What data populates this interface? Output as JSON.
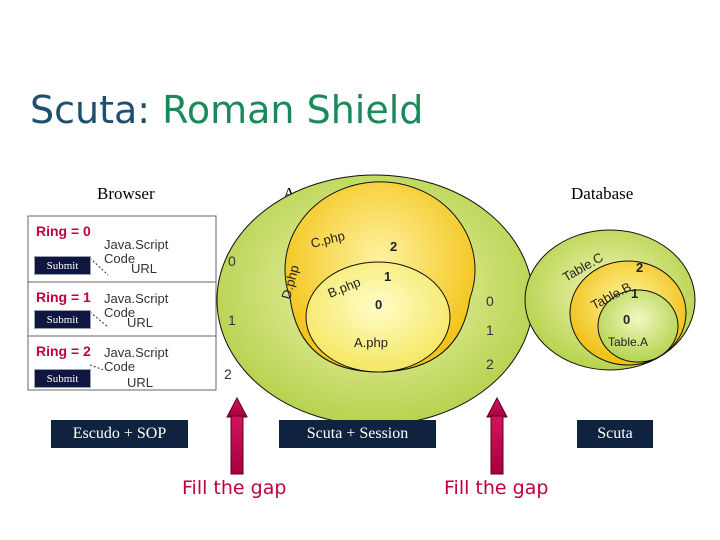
{
  "title": {
    "prefix": "Scuta: ",
    "accent": "Roman Shield"
  },
  "columns": {
    "browser": "Browser",
    "server": "Application Server",
    "database": "Database"
  },
  "browser": {
    "rings": [
      {
        "label": "Ring = 0",
        "button": "Submit",
        "code": "Java.Script",
        "code2": "Code",
        "url": "URL"
      },
      {
        "label": "Ring = 1",
        "button": "Submit",
        "code": "Java.Script",
        "code2": "Code",
        "url": "URL"
      },
      {
        "label": "Ring = 2",
        "button": "Submit",
        "code": "Java.Script",
        "code2": "Code",
        "url": "URL"
      }
    ],
    "ring_numbers": [
      "0",
      "1",
      "2"
    ]
  },
  "server": {
    "files": {
      "c": "C.php",
      "b": "B.php",
      "a": "A.php",
      "d": "D.php"
    },
    "numbers": {
      "c": "2",
      "b": "1",
      "a": "0"
    },
    "ring_numbers": [
      "0",
      "1",
      "2"
    ]
  },
  "database": {
    "tables": {
      "c": "Table.C",
      "b": "Table.B",
      "a": "Table.A"
    },
    "numbers": {
      "c": "2",
      "b": "1",
      "a": "0"
    }
  },
  "labels": {
    "browser": "Escudo + SOP",
    "server": "Scuta + Session",
    "database": "Scuta"
  },
  "gaps": {
    "left": "Fill the gap",
    "right": "Fill the gap"
  },
  "colors": {
    "title": "#1f4f6e",
    "accent": "#1a8a5a",
    "ring_label": "#c0003c",
    "gap": "#c0003c"
  }
}
